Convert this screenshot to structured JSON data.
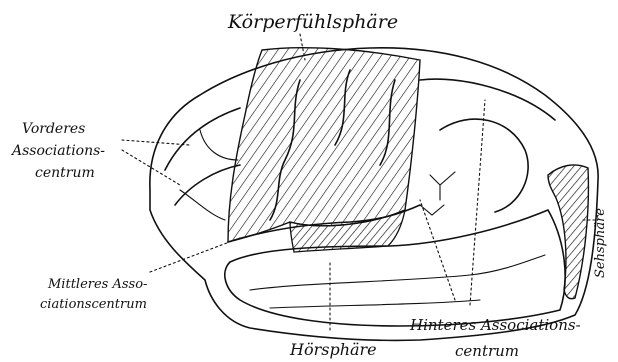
{
  "labels": {
    "koerperfuehlsphaere": "Körperfühlsphäre",
    "vorderes_line1": "Vorderes",
    "vorderes_line2": "Associations-",
    "vorderes_line3": "centrum",
    "mittleres_line1": "Mittleres Asso-",
    "mittleres_line2": "ciationscentrum",
    "hoersphaere": "Hörsphäre",
    "hinteres_line1": "Hinteres Associations-",
    "hinteres_line2": "centrum",
    "sehsphaere": "Sehsphäre"
  },
  "colors": {
    "ink": "#111111",
    "paper": "#ffffff"
  }
}
